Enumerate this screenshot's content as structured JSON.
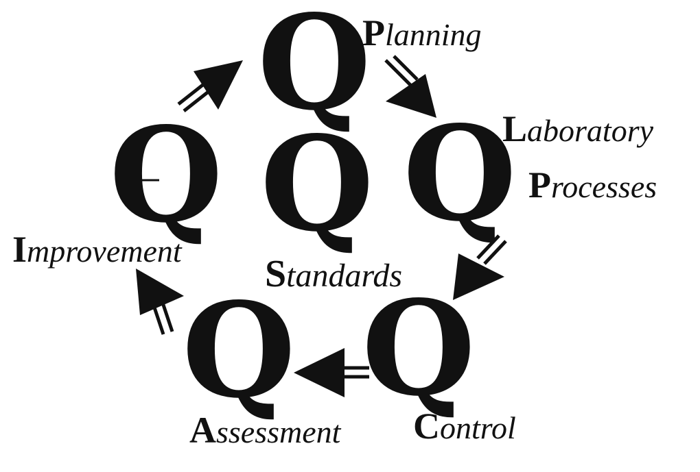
{
  "diagram": {
    "center": {
      "letter": "Q",
      "label_initial": "S",
      "label_rest": "tandards"
    },
    "nodes": [
      {
        "letter": "Q",
        "label_initial": "P",
        "label_rest": "lanning"
      },
      {
        "letter": "Q",
        "label_initial": "L",
        "label_rest": "aboratory",
        "label2_initial": "P",
        "label2_rest": "rocesses"
      },
      {
        "letter": "Q",
        "label_initial": "C",
        "label_rest": "ontrol"
      },
      {
        "letter": "Q",
        "label_initial": "A",
        "label_rest": "ssessment"
      },
      {
        "letter": "Q",
        "label_initial": "I",
        "label_rest": "mprovement"
      }
    ],
    "colors": {
      "ink": "#111111",
      "background": "#ffffff"
    }
  }
}
